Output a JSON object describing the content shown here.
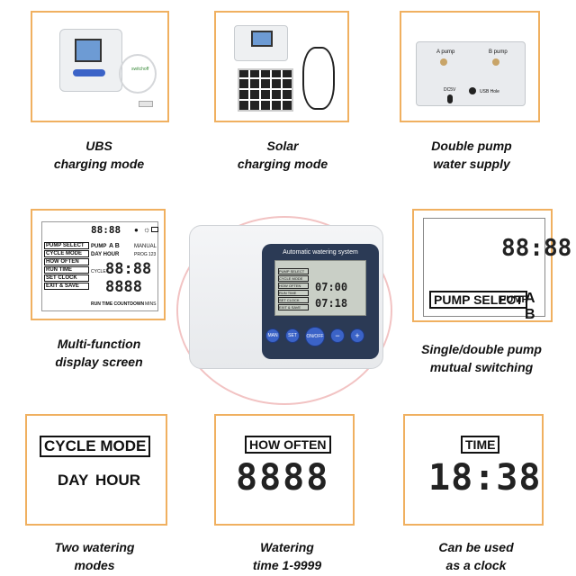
{
  "captions": {
    "usb": [
      "UBS",
      "charging mode"
    ],
    "solar": [
      "Solar",
      "charging mode"
    ],
    "double_pump": [
      "Double pump",
      "water supply"
    ],
    "multi_display": [
      "Multi-function",
      "display screen"
    ],
    "switching": [
      "Single/double pump",
      "mutual switching"
    ],
    "two_modes": [
      "Two watering",
      "modes"
    ],
    "watering_time": [
      "Watering",
      "time 1-9999"
    ],
    "clock": [
      "Can be used",
      "as a clock"
    ]
  },
  "usb_panel": {
    "cable_tag": "switchoff"
  },
  "pump_panel": {
    "a_label": "A pump",
    "b_label": "B pump",
    "dc_label": "DC5V",
    "hole_label": "USB Hole"
  },
  "lcd_full": {
    "top_digits": "88:88",
    "menu": [
      "PUMP SELECT",
      "CYCLE MODE",
      "HOW OFTEN",
      "RUN TIME",
      "SET CLOCK",
      "EXIT & SAVE"
    ],
    "pump_word": "PUMP",
    "pump_ab": "A B",
    "day_hour": "DAY HOUR",
    "manual": "MANUAL",
    "prog": "PROG",
    "prog_num": "123",
    "cycle": "CYCLE",
    "big1": "88:88",
    "big2": "8888",
    "footer": "RUN TIME COUNTDOWN",
    "mins": "MINS"
  },
  "device": {
    "title": "Automatic watering system",
    "screen_time1": "07:00",
    "screen_time2": "07:18",
    "buttons": [
      "MAN",
      "SET",
      "ON/OFF",
      "−",
      "+"
    ]
  },
  "lcd_switch": {
    "digits": "88:88",
    "label": "PUMP SELECT",
    "pump": "PUMP",
    "ab": "A B"
  },
  "lcd_cycle": {
    "label": "CYCLE MODE",
    "day": "DAY",
    "hour": "HOUR"
  },
  "lcd_often": {
    "label": "HOW OFTEN",
    "digits": "8888"
  },
  "lcd_time": {
    "label": "TIME",
    "digits": "18:38"
  }
}
